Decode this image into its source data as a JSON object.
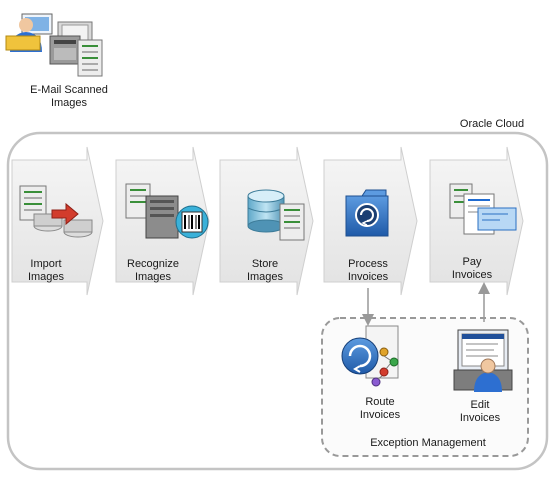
{
  "source": {
    "label_line1": "E-Mail Scanned",
    "label_line2": "Images"
  },
  "cloud": {
    "title": "Oracle Cloud"
  },
  "steps": [
    {
      "line1": "Import",
      "line2": "Images",
      "icon": "import-images-icon"
    },
    {
      "line1": "Recognize",
      "line2": "Images",
      "icon": "recognize-server-icon"
    },
    {
      "line1": "Store",
      "line2": "Images",
      "icon": "database-storage-icon"
    },
    {
      "line1": "Process",
      "line2": "Invoices",
      "icon": "folder-process-icon"
    },
    {
      "line1": "Pay",
      "line2": "Invoices",
      "icon": "payment-documents-icon"
    }
  ],
  "exception": {
    "title": "Exception Management",
    "route": {
      "line1": "Route",
      "line2": "Invoices",
      "icon": "routing-workflow-icon"
    },
    "edit": {
      "line1": "Edit",
      "line2": "Invoices",
      "icon": "workstation-icon"
    }
  },
  "colors": {
    "stroke": "#9a9a9a",
    "chevron": "#eaeaea",
    "blue": "#2a6fc2",
    "accent_red": "#d23c2c"
  }
}
